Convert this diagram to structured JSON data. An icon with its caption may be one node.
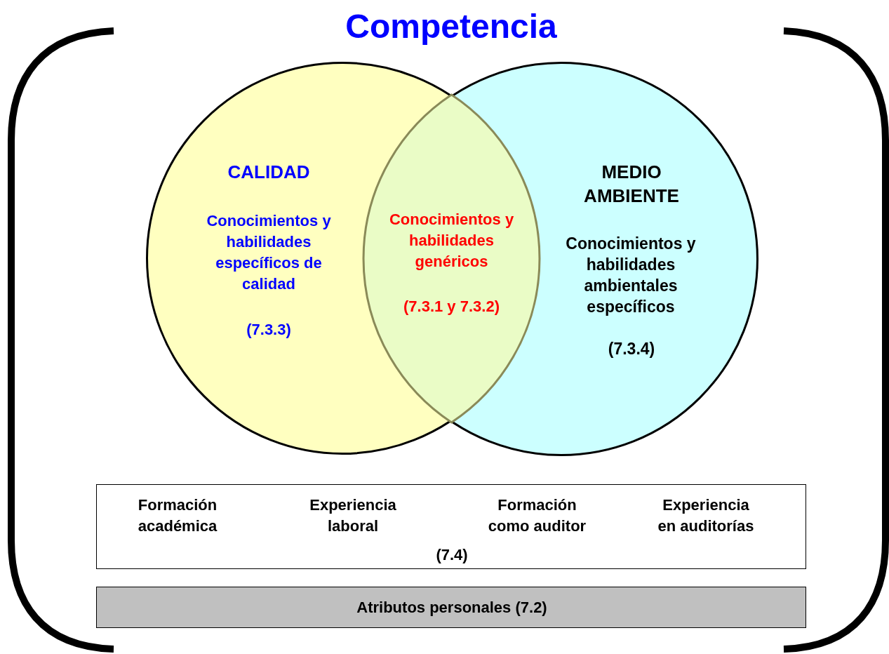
{
  "diagram": {
    "title": "Competencia",
    "nodes": [
      {
        "text": [
          "CALIDAD",
          "Conocimientos y habilidades específicos de calidad",
          "(7.3.3)"
        ]
      },
      {
        "text": [
          "MEDIO AMBIENTE",
          "Conocimientos y habilidades ambientales específicos",
          "(7.3.4)"
        ]
      },
      {
        "text": [
          "Conocimientos y habilidades genéricos",
          "(7.3.1 y 7.3.2)"
        ]
      },
      {
        "text": [
          "Formación académica",
          "Experiencia laboral",
          "Formación como auditor",
          "Experiencia en auditorías",
          "(7.4)"
        ]
      },
      {
        "text": [
          "Atributos personales (7.2)"
        ]
      }
    ],
    "edges": []
  }
}
